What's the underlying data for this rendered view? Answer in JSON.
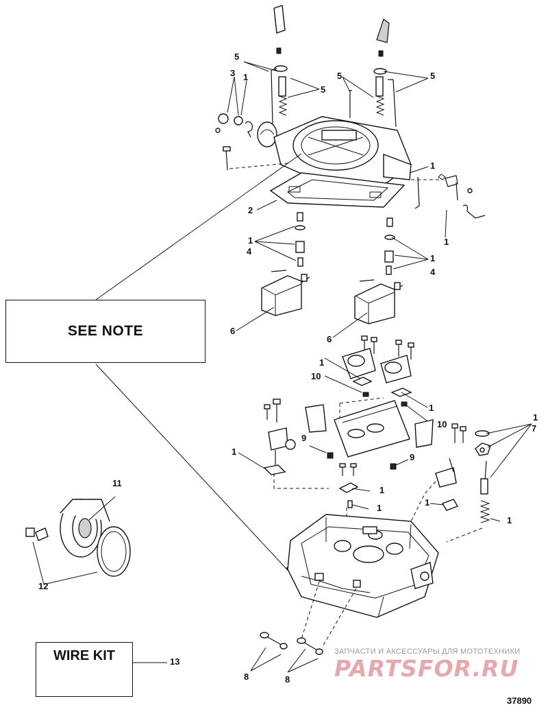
{
  "note_box": {
    "text": "SEE NOTE"
  },
  "wire_kit_box": {
    "text": "WIRE KIT"
  },
  "figure_number": "37890",
  "watermark": {
    "top_text": "ЗАПЧАСТИ И АКСЕССУАРЫ ДЛЯ МОТОТЕХНИКИ",
    "brand_text": "PARTSFOR.RU"
  },
  "callouts": {
    "c1": "1",
    "c2": "2",
    "c3": "3",
    "c4": "4",
    "c5": "5",
    "c6": "6",
    "c7": "7",
    "c8": "8",
    "c9": "9",
    "c10": "10",
    "c11": "11",
    "c12": "12",
    "c13": "13"
  },
  "colors": {
    "line": "#111111",
    "watermark_brand": "#e6a7ad",
    "watermark_text": "#9a9a9a"
  }
}
